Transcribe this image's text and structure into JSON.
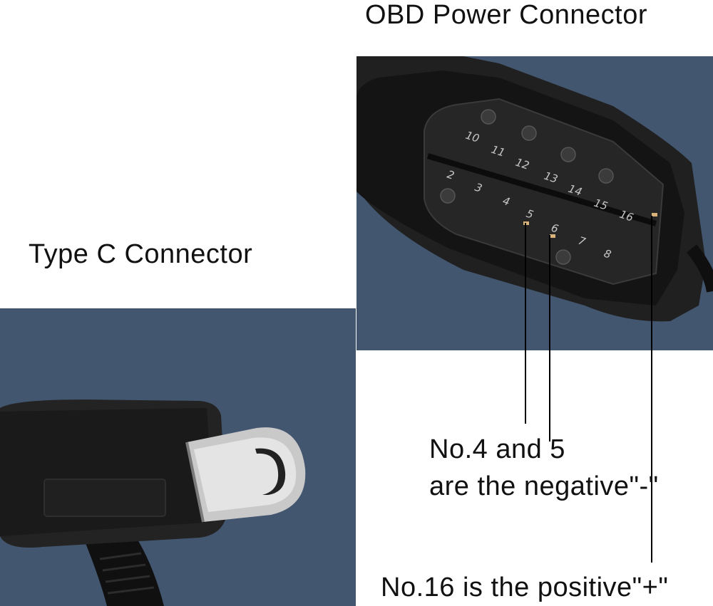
{
  "labels": {
    "obd_title": "OBD Power Connector",
    "typec_title": "Type C  Connector",
    "negative_line1": "No.4 and 5",
    "negative_line2": "are the negative\"-\"",
    "positive": "No.16 is the positive\"+\""
  },
  "obd_pins": {
    "top_row": [
      "10",
      "11",
      "12",
      "13",
      "14",
      "15",
      "16"
    ],
    "bottom_row": [
      "2",
      "3",
      "4",
      "5",
      "6",
      "7",
      "8"
    ]
  },
  "colors": {
    "panel_background": "#435670",
    "connector_body": "#1e1e1e",
    "leader_lines": "#000000",
    "text": "#111111"
  }
}
